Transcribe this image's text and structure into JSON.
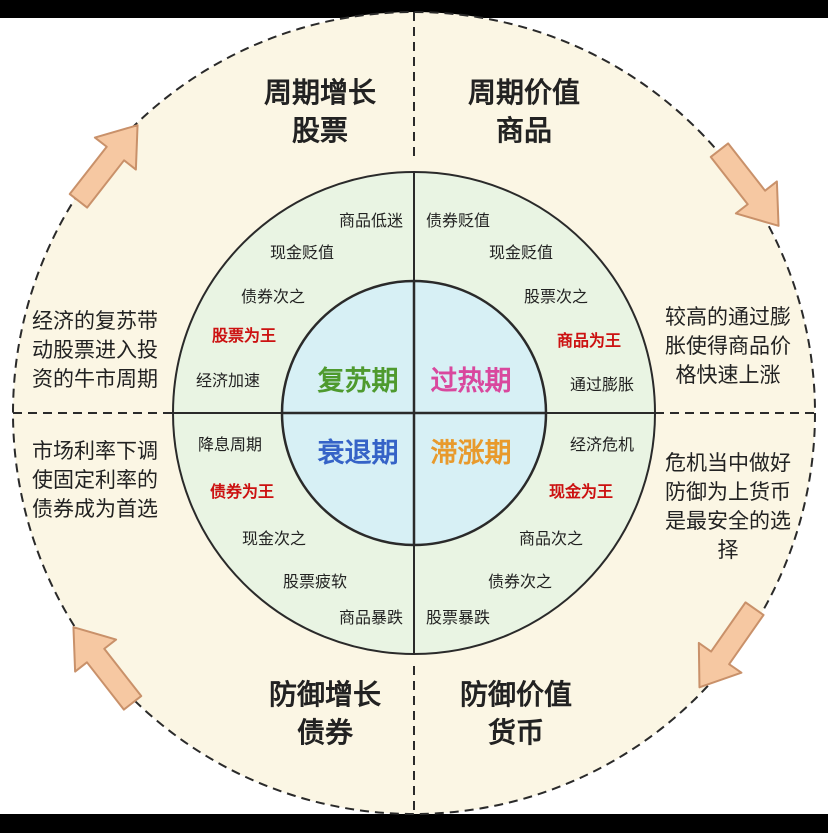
{
  "outer": {
    "top_left": [
      "周期增长",
      "股票"
    ],
    "top_right": [
      "周期价值",
      "商品"
    ],
    "bottom_left": [
      "防御增长",
      "债券"
    ],
    "bottom_right": [
      "防御价值",
      "货币"
    ],
    "left_upper": [
      "经济的复苏带",
      "动股票进入投",
      "资的牛市周期"
    ],
    "left_lower": [
      "市场利率下调",
      "使固定利率的",
      "债券成为首选"
    ],
    "right_upper": [
      "较高的通过膨",
      "胀使得商品价",
      "格快速上涨"
    ],
    "right_lower": [
      "危机当中做好",
      "防御为上货币",
      "是最安全的选",
      "择"
    ]
  },
  "middle": {
    "top_left": [
      "商品低迷",
      "现金贬值",
      "债券次之",
      "股票为王",
      "经济加速"
    ],
    "top_right": [
      "债券贬值",
      "现金贬值",
      "股票次之",
      "商品为王",
      "通过膨胀"
    ],
    "bottom_left": [
      "降息周期",
      "债券为王",
      "现金次之",
      "股票疲软",
      "商品暴跌"
    ],
    "bottom_right": [
      "经济危机",
      "现金为王",
      "商品次之",
      "债券次之",
      "股票暴跌"
    ]
  },
  "inner": {
    "recovery": "复苏期",
    "overheat": "过热期",
    "recession": "衰退期",
    "stagflation": "滞涨期"
  },
  "colors": {
    "background": "#FFFFFF",
    "outer_ring": "#FBF6E4",
    "middle_ring": "#E9F4E3",
    "inner_circle": "#D7F0F5",
    "arrow_fill": "#F6C8A2",
    "arrow_stroke": "#C9916A",
    "highlight_red": "#CC1111",
    "recovery": "#4E9A2E",
    "overheat": "#D9489E",
    "recession": "#3563C7",
    "stagflation": "#E89A2C",
    "text_dark": "#222222"
  }
}
